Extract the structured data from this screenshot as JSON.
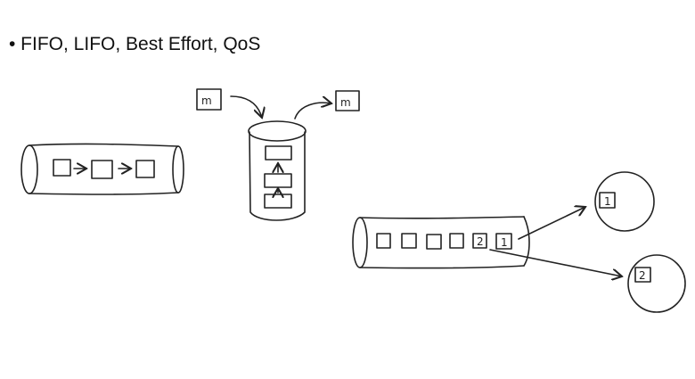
{
  "slide": {
    "bullet_text": "• FIFO, LIFO, Best Effort, QoS"
  },
  "diagram": {
    "message_label_in": "m",
    "message_label_out": "m",
    "queue_item_2": "2",
    "queue_item_1": "1",
    "consumer_1_item": "1",
    "consumer_2_item": "2"
  }
}
